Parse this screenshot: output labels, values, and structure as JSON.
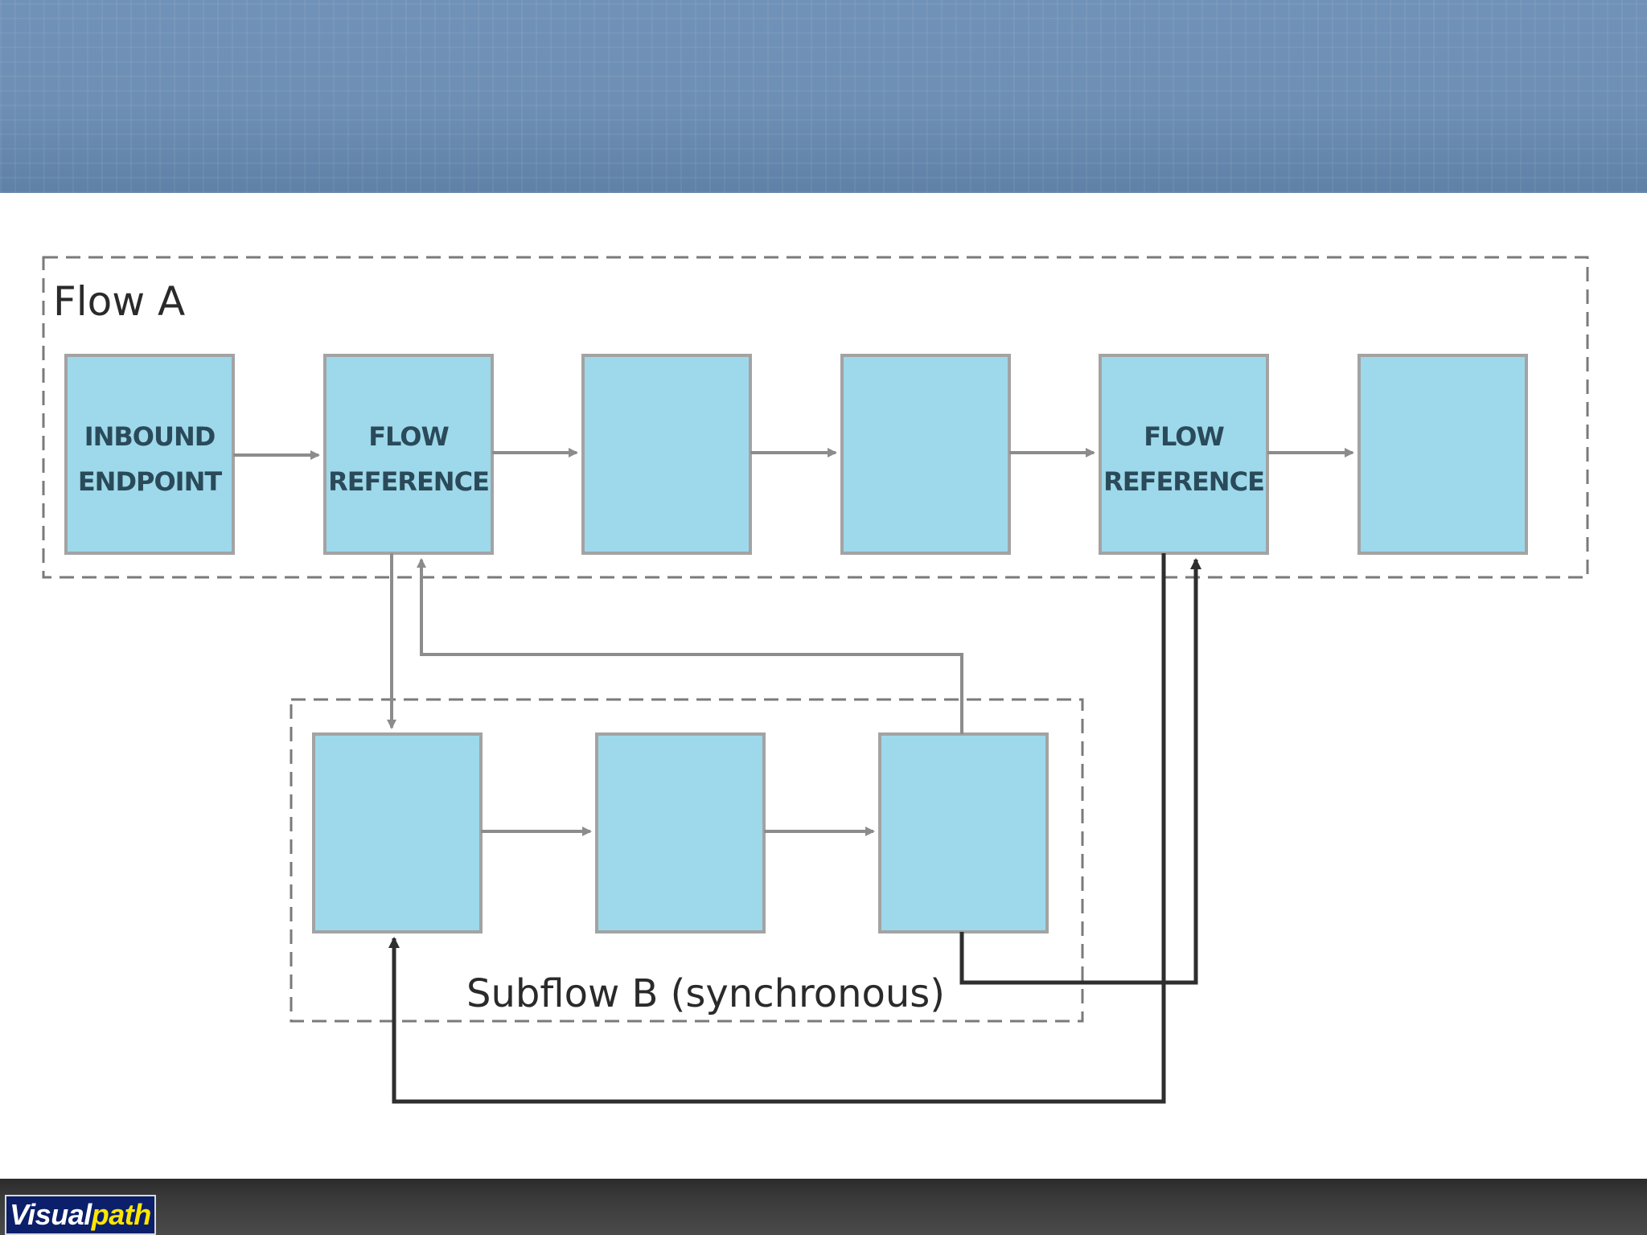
{
  "flow_a": {
    "label": "Flow A",
    "nodes": [
      {
        "lines": [
          "INBOUND",
          "ENDPOINT"
        ]
      },
      {
        "lines": [
          "FLOW",
          "REFERENCE"
        ]
      },
      {
        "lines": []
      },
      {
        "lines": []
      },
      {
        "lines": [
          "FLOW",
          "REFERENCE"
        ]
      },
      {
        "lines": []
      }
    ]
  },
  "subflow_b": {
    "label": "Subflow B (synchronous)",
    "nodes": [
      {
        "lines": []
      },
      {
        "lines": []
      },
      {
        "lines": []
      }
    ]
  },
  "footer": {
    "logo_part_a": "Visual",
    "logo_part_b": "path"
  },
  "colors": {
    "header_band": "#6e8fb4",
    "box_fill": "#9dd9ea",
    "box_border": "#a3a3a3",
    "gray_arrow": "#8c8c8c",
    "dark_arrow": "#2e2e2e",
    "footer_band": "#3a3a3a",
    "logo_bg": "#0b1f6b",
    "logo_accent": "#ffe600"
  }
}
